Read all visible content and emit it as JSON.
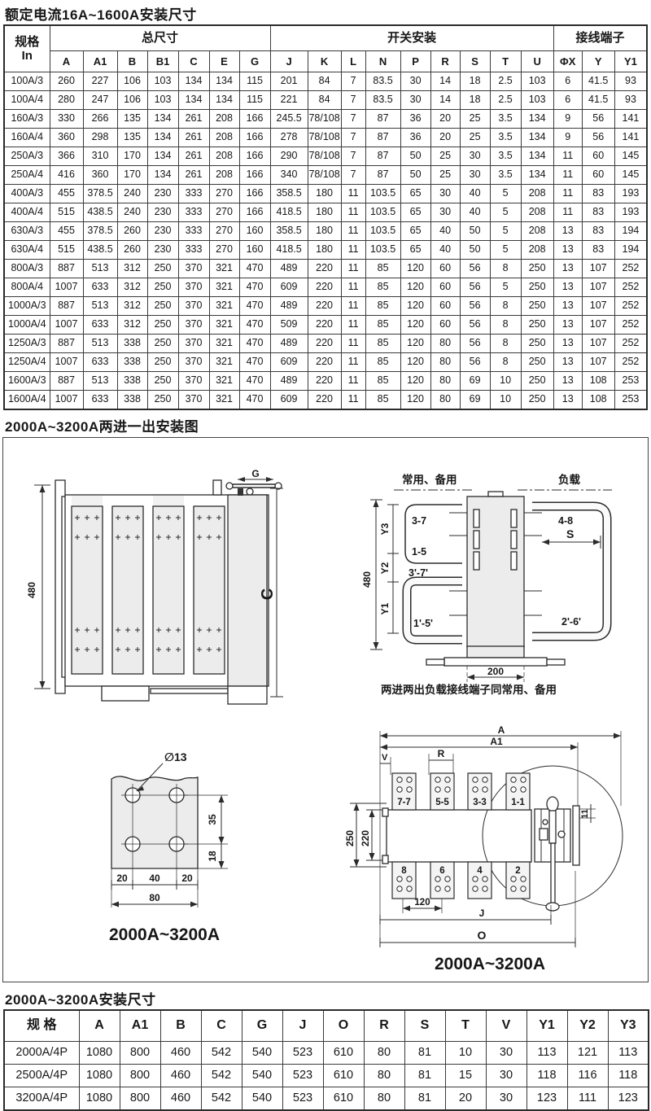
{
  "page": {
    "title_top": "额定电流16A~1600A安装尺寸",
    "title_mid": "2000A~3200A两进一出安装图",
    "title_bottom": "2000A~3200A安装尺寸"
  },
  "colors": {
    "line": "#2b2b2b",
    "panel_fill": "#ececec",
    "table_border": "#2a2a2a"
  },
  "table1": {
    "spec_label": "规格",
    "spec_sub": "In",
    "groups": [
      {
        "label": "总尺寸",
        "span": 7
      },
      {
        "label": "开关安装",
        "span": 9
      },
      {
        "label": "接线端子",
        "span": 3
      }
    ],
    "columns": [
      "A",
      "A1",
      "B",
      "B1",
      "C",
      "E",
      "G",
      "J",
      "K",
      "L",
      "N",
      "P",
      "R",
      "S",
      "T",
      "U",
      "ΦX",
      "Y",
      "Y1"
    ],
    "rows": [
      {
        "spec": "100A/3",
        "values": [
          "260",
          "227",
          "106",
          "103",
          "134",
          "134",
          "115",
          "201",
          "84",
          "7",
          "83.5",
          "30",
          "14",
          "18",
          "2.5",
          "103",
          "6",
          "41.5",
          "93"
        ]
      },
      {
        "spec": "100A/4",
        "values": [
          "280",
          "247",
          "106",
          "103",
          "134",
          "134",
          "115",
          "221",
          "84",
          "7",
          "83.5",
          "30",
          "14",
          "18",
          "2.5",
          "103",
          "6",
          "41.5",
          "93"
        ]
      },
      {
        "spec": "160A/3",
        "values": [
          "330",
          "266",
          "135",
          "134",
          "261",
          "208",
          "166",
          "245.5",
          "78/108",
          "7",
          "87",
          "36",
          "20",
          "25",
          "3.5",
          "134",
          "9",
          "56",
          "141"
        ]
      },
      {
        "spec": "160A/4",
        "values": [
          "360",
          "298",
          "135",
          "134",
          "261",
          "208",
          "166",
          "278",
          "78/108",
          "7",
          "87",
          "36",
          "20",
          "25",
          "3.5",
          "134",
          "9",
          "56",
          "141"
        ]
      },
      {
        "spec": "250A/3",
        "values": [
          "366",
          "310",
          "170",
          "134",
          "261",
          "208",
          "166",
          "290",
          "78/108",
          "7",
          "87",
          "50",
          "25",
          "30",
          "3.5",
          "134",
          "11",
          "60",
          "145"
        ]
      },
      {
        "spec": "250A/4",
        "values": [
          "416",
          "360",
          "170",
          "134",
          "261",
          "208",
          "166",
          "340",
          "78/108",
          "7",
          "87",
          "50",
          "25",
          "30",
          "3.5",
          "134",
          "11",
          "60",
          "145"
        ]
      },
      {
        "spec": "400A/3",
        "values": [
          "455",
          "378.5",
          "240",
          "230",
          "333",
          "270",
          "166",
          "358.5",
          "180",
          "11",
          "103.5",
          "65",
          "30",
          "40",
          "5",
          "208",
          "11",
          "83",
          "193"
        ]
      },
      {
        "spec": "400A/4",
        "values": [
          "515",
          "438.5",
          "240",
          "230",
          "333",
          "270",
          "166",
          "418.5",
          "180",
          "11",
          "103.5",
          "65",
          "30",
          "40",
          "5",
          "208",
          "11",
          "83",
          "193"
        ]
      },
      {
        "spec": "630A/3",
        "values": [
          "455",
          "378.5",
          "260",
          "230",
          "333",
          "270",
          "160",
          "358.5",
          "180",
          "11",
          "103.5",
          "65",
          "40",
          "50",
          "5",
          "208",
          "13",
          "83",
          "194"
        ]
      },
      {
        "spec": "630A/4",
        "values": [
          "515",
          "438.5",
          "260",
          "230",
          "333",
          "270",
          "160",
          "418.5",
          "180",
          "11",
          "103.5",
          "65",
          "40",
          "50",
          "5",
          "208",
          "13",
          "83",
          "194"
        ]
      },
      {
        "spec": "800A/3",
        "values": [
          "887",
          "513",
          "312",
          "250",
          "370",
          "321",
          "470",
          "489",
          "220",
          "11",
          "85",
          "120",
          "60",
          "56",
          "8",
          "250",
          "13",
          "107",
          "252"
        ]
      },
      {
        "spec": "800A/4",
        "values": [
          "1007",
          "633",
          "312",
          "250",
          "370",
          "321",
          "470",
          "609",
          "220",
          "11",
          "85",
          "120",
          "60",
          "56",
          "5",
          "250",
          "13",
          "107",
          "252"
        ]
      },
      {
        "spec": "1000A/3",
        "values": [
          "887",
          "513",
          "312",
          "250",
          "370",
          "321",
          "470",
          "489",
          "220",
          "11",
          "85",
          "120",
          "60",
          "56",
          "8",
          "250",
          "13",
          "107",
          "252"
        ]
      },
      {
        "spec": "1000A/4",
        "values": [
          "1007",
          "633",
          "312",
          "250",
          "370",
          "321",
          "470",
          "509",
          "220",
          "11",
          "85",
          "120",
          "60",
          "56",
          "8",
          "250",
          "13",
          "107",
          "252"
        ]
      },
      {
        "spec": "1250A/3",
        "values": [
          "887",
          "513",
          "338",
          "250",
          "370",
          "321",
          "470",
          "489",
          "220",
          "11",
          "85",
          "120",
          "80",
          "56",
          "8",
          "250",
          "13",
          "107",
          "252"
        ]
      },
      {
        "spec": "1250A/4",
        "values": [
          "1007",
          "633",
          "338",
          "250",
          "370",
          "321",
          "470",
          "609",
          "220",
          "11",
          "85",
          "120",
          "80",
          "56",
          "8",
          "250",
          "13",
          "107",
          "252"
        ]
      },
      {
        "spec": "1600A/3",
        "values": [
          "887",
          "513",
          "338",
          "250",
          "370",
          "321",
          "470",
          "489",
          "220",
          "11",
          "85",
          "120",
          "80",
          "69",
          "10",
          "250",
          "13",
          "108",
          "253"
        ]
      },
      {
        "spec": "1600A/4",
        "values": [
          "1007",
          "633",
          "338",
          "250",
          "370",
          "321",
          "470",
          "609",
          "220",
          "11",
          "85",
          "120",
          "80",
          "69",
          "10",
          "250",
          "13",
          "108",
          "253"
        ]
      }
    ]
  },
  "diagrams": {
    "side_view": {
      "dim_height": "480",
      "dim_g": "G",
      "dim_c": "C"
    },
    "terminal_view": {
      "label_normal": "常用、备用",
      "label_load": "负载",
      "dim_height": "480",
      "y3": "Y3",
      "y2": "Y2",
      "y1": "Y1",
      "t37": "3-7",
      "t15": "1-5",
      "t37p": "3'-7'",
      "t15p": "1'-5'",
      "t48": "4-8",
      "s": "S",
      "t26p": "2'-6'",
      "dim_200": "200",
      "caption": "两进两出负载接线端子同常用、备用"
    },
    "hole_view": {
      "dia": "∅13",
      "dim_35": "35",
      "dim_18": "18",
      "dim_20a": "20",
      "dim_40": "40",
      "dim_20b": "20",
      "dim_80": "80",
      "caption": "2000A~3200A"
    },
    "top_view": {
      "dim_a": "A",
      "dim_a1": "A1",
      "dim_v": "V",
      "dim_r": "R",
      "dim_250": "250",
      "dim_220": "220",
      "dim_11": "11",
      "t77": "7-7",
      "t55": "5-5",
      "t33": "3-3",
      "t11": "1-1",
      "b8": "8",
      "b6": "6",
      "b4": "4",
      "b2": "2",
      "dim_120": "120",
      "dim_j": "J",
      "dim_o": "O",
      "caption": "2000A~3200A"
    }
  },
  "table2": {
    "columns": [
      "规 格",
      "A",
      "A1",
      "B",
      "C",
      "G",
      "J",
      "O",
      "R",
      "S",
      "T",
      "V",
      "Y1",
      "Y2",
      "Y3"
    ],
    "rows": [
      {
        "spec": "2000A/4P",
        "values": [
          "1080",
          "800",
          "460",
          "542",
          "540",
          "523",
          "610",
          "80",
          "81",
          "10",
          "30",
          "113",
          "121",
          "113"
        ]
      },
      {
        "spec": "2500A/4P",
        "values": [
          "1080",
          "800",
          "460",
          "542",
          "540",
          "523",
          "610",
          "80",
          "81",
          "15",
          "30",
          "118",
          "116",
          "118"
        ]
      },
      {
        "spec": "3200A/4P",
        "values": [
          "1080",
          "800",
          "460",
          "542",
          "540",
          "523",
          "610",
          "80",
          "81",
          "20",
          "30",
          "123",
          "111",
          "123"
        ]
      }
    ]
  }
}
